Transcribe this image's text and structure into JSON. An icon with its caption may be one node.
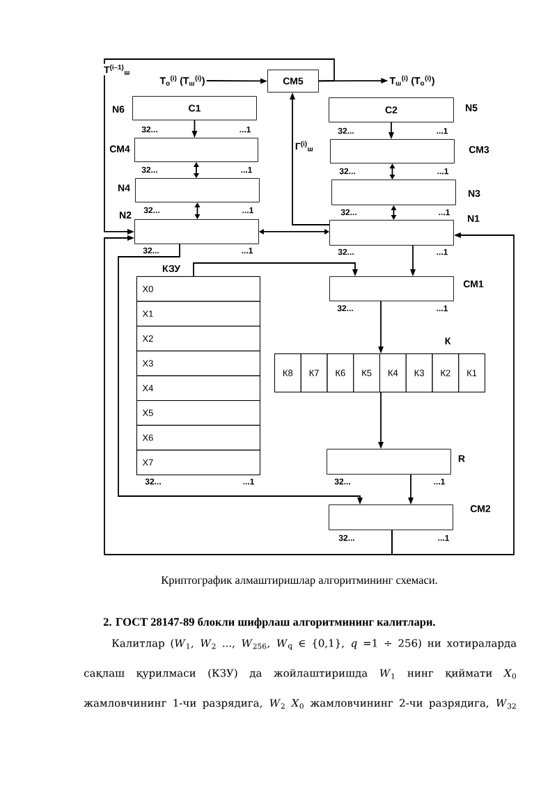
{
  "diagram": {
    "caption": "Криптографик алмаштиришлар алгоритмининг схемаси.",
    "nodes": [
      {
        "text": [
          "Т$_{о}$$^{(i)}$ (Т$_{ш}$$^{(i)}$)"
        ]
      },
      {
        "text": [
          "СМ5"
        ]
      },
      {
        "text": [
          "Т$_{ш}$$^{(i)}$ (Т$_{о}$$^{(i)}$)"
        ]
      },
      {
        "text": [
          "С1"
        ],
        "beside": [
          "N6",
          "32...",
          "...1"
        ]
      },
      {
        "text": [
          "С2"
        ],
        "beside": [
          "N5",
          "32...",
          "...1"
        ]
      },
      {
        "text": [],
        "shape": "box",
        "beside": [
          "СМ4",
          "32...",
          "...1"
        ]
      },
      {
        "text": [],
        "shape": "box",
        "beside": [
          "СМ3",
          "32...",
          "...1"
        ]
      },
      {
        "text": [],
        "shape": "box",
        "beside": [
          "N4",
          "32...",
          "...1"
        ]
      },
      {
        "text": [],
        "shape": "box",
        "beside": [
          "N3",
          "32...",
          "...1"
        ]
      },
      {
        "text": [],
        "shape": "box",
        "beside": [
          "N2",
          "32...",
          "...1"
        ]
      },
      {
        "text": [],
        "shape": "box",
        "beside": [
          "N1",
          "32...",
          "...1"
        ]
      },
      {
        "text": [
          "КЗУ"
        ],
        "beside": [
          "32...",
          "...1"
        ]
      },
      {
        "text": [
          "X0"
        ],
        "in": 11
      },
      {
        "text": [
          "X1"
        ],
        "in": 11
      },
      {
        "text": [
          "X2"
        ],
        "in": 11
      },
      {
        "text": [
          "X3"
        ],
        "in": 11
      },
      {
        "text": [
          "X4"
        ],
        "in": 11
      },
      {
        "text": [
          "X5"
        ],
        "in": 11
      },
      {
        "text": [
          "X6"
        ],
        "in": 11
      },
      {
        "text": [
          "X7"
        ],
        "in": 11
      },
      {
        "text": [],
        "shape": "box",
        "beside": [
          "СМ1",
          "32...",
          "...1"
        ]
      },
      {
        "text": [
          "К"
        ]
      },
      {
        "text": [
          "К8"
        ],
        "in": 21
      },
      {
        "text": [
          "К7"
        ],
        "in": 21
      },
      {
        "text": [
          "К6"
        ],
        "in": 21
      },
      {
        "text": [
          "К5"
        ],
        "in": 21
      },
      {
        "text": [
          "К4"
        ],
        "in": 21
      },
      {
        "text": [
          "К3"
        ],
        "in": 21
      },
      {
        "text": [
          "К2"
        ],
        "in": 21
      },
      {
        "text": [
          "К1"
        ],
        "in": 21
      },
      {
        "text": [],
        "shape": "box",
        "beside": [
          "R",
          "32...",
          "...1"
        ]
      },
      {
        "text": [],
        "shape": "box",
        "beside": [
          "СМ2",
          "32...",
          "...1"
        ]
      }
    ],
    "edges": [
      {
        "from": 0,
        "to": 1,
        "arrow": "to"
      },
      {
        "from": 1,
        "to": 2,
        "arrow": "to"
      },
      {
        "from": 1,
        "to": 9,
        "arrow": "to",
        "label": "Т$^{(i–1)}$$_{ш}$"
      },
      {
        "from": 10,
        "to": 1,
        "arrow": "to",
        "label": "Г$^{(i)}$$_{ш}$"
      },
      {
        "from": 3,
        "to": 5,
        "arrow": "to"
      },
      {
        "from": 4,
        "to": 6,
        "arrow": "to"
      },
      {
        "from": 5,
        "to": 7,
        "arrow": "both"
      },
      {
        "from": 6,
        "to": 8,
        "arrow": "both"
      },
      {
        "from": 7,
        "to": 9,
        "arrow": "both"
      },
      {
        "from": 8,
        "to": 10,
        "arrow": "both"
      },
      {
        "from": 9,
        "to": 10,
        "arrow": "both"
      },
      {
        "from": 10,
        "to": 20,
        "arrow": "to"
      },
      {
        "from": 11,
        "to": 20,
        "arrow": "to"
      },
      {
        "from": 9,
        "to": 31,
        "arrow": "to"
      },
      {
        "from": 20,
        "to": 21,
        "arrow": "to"
      },
      {
        "from": 21,
        "to": 30,
        "arrow": "to"
      },
      {
        "from": 30,
        "to": 31,
        "arrow": "to"
      },
      {
        "from": 31,
        "to": 9,
        "arrow": "to"
      },
      {
        "from": 31,
        "to": 10,
        "arrow": "to"
      }
    ],
    "labels": [
      "2. ГОСТ 28147-89 блокли шифрлаш алгоритмининг калитлари.",
      "Калитлар (*W*$_{1}$, *W*$_{2}$ ..., *W*$_{256}$, *W*$_{q}$ ∈ {0,1}, *q* =1 ÷ 256) ни хотираларда сақлаш қурилмаси (КЗУ) да жойлаштиришда *W*$_{1}$ нинг қиймати *X*$_{0}$ жамловчининг 1-чи разрядига, *W*$_{2}$ *X*$_{0}$ жамловчининг 2-чи разрядига, *W*$_{32}$"
    ]
  }
}
